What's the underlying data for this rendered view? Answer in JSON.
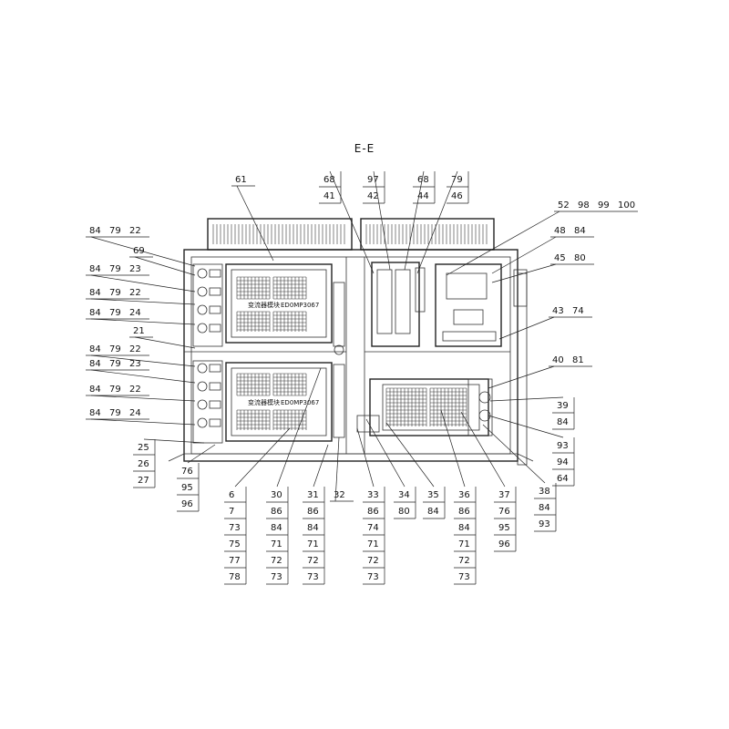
{
  "title": "E-E",
  "module_top_labels": [
    "变流器模块",
    "ED0MP3067"
  ],
  "module_bottom_labels": [
    "变流器模块",
    "ED0MP3067"
  ],
  "callouts": {
    "top_61": [
      "61"
    ],
    "top_68_41": [
      "68",
      "41"
    ],
    "top_97_42": [
      "97",
      "42"
    ],
    "top_68_44": [
      "68",
      "44"
    ],
    "top_79_46": [
      "79",
      "46"
    ],
    "tr_52": [
      "52",
      "98",
      "99",
      "100"
    ],
    "tr_48": [
      "48",
      "84"
    ],
    "tr_45": [
      "45",
      "80"
    ],
    "tr_43": [
      "43",
      "74"
    ],
    "tr_40": [
      "40",
      "81"
    ],
    "r_39": [
      "39",
      "84"
    ],
    "r_93": [
      "93",
      "94",
      "64"
    ],
    "r_38": [
      "38",
      "84",
      "93"
    ],
    "l_row1": [
      "84",
      "79",
      "22"
    ],
    "l_69": [
      "69"
    ],
    "l_row2": [
      "84",
      "79",
      "23"
    ],
    "l_row3": [
      "84",
      "79",
      "22"
    ],
    "l_row4": [
      "84",
      "79",
      "24"
    ],
    "l_21": [
      "21"
    ],
    "l_row5": [
      "84",
      "79",
      "22"
    ],
    "l_row6": [
      "84",
      "79",
      "23"
    ],
    "l_row7": [
      "84",
      "79",
      "22"
    ],
    "l_row8": [
      "84",
      "79",
      "24"
    ],
    "b_25": [
      "25",
      "26",
      "27"
    ],
    "b_76": [
      "76",
      "95",
      "96"
    ],
    "b_6": [
      "6",
      "7",
      "73",
      "75",
      "77",
      "78"
    ],
    "b_30": [
      "30",
      "86",
      "84",
      "71",
      "72",
      "73"
    ],
    "b_31": [
      "31",
      "86",
      "84",
      "71",
      "72",
      "73"
    ],
    "b_32": [
      "32"
    ],
    "b_33": [
      "33",
      "86",
      "74",
      "71",
      "72",
      "73"
    ],
    "b_34": [
      "34",
      "80"
    ],
    "b_35": [
      "35",
      "84"
    ],
    "b_36": [
      "36",
      "86",
      "84",
      "71",
      "72",
      "73"
    ],
    "b_37": [
      "37",
      "76",
      "95",
      "96"
    ]
  }
}
